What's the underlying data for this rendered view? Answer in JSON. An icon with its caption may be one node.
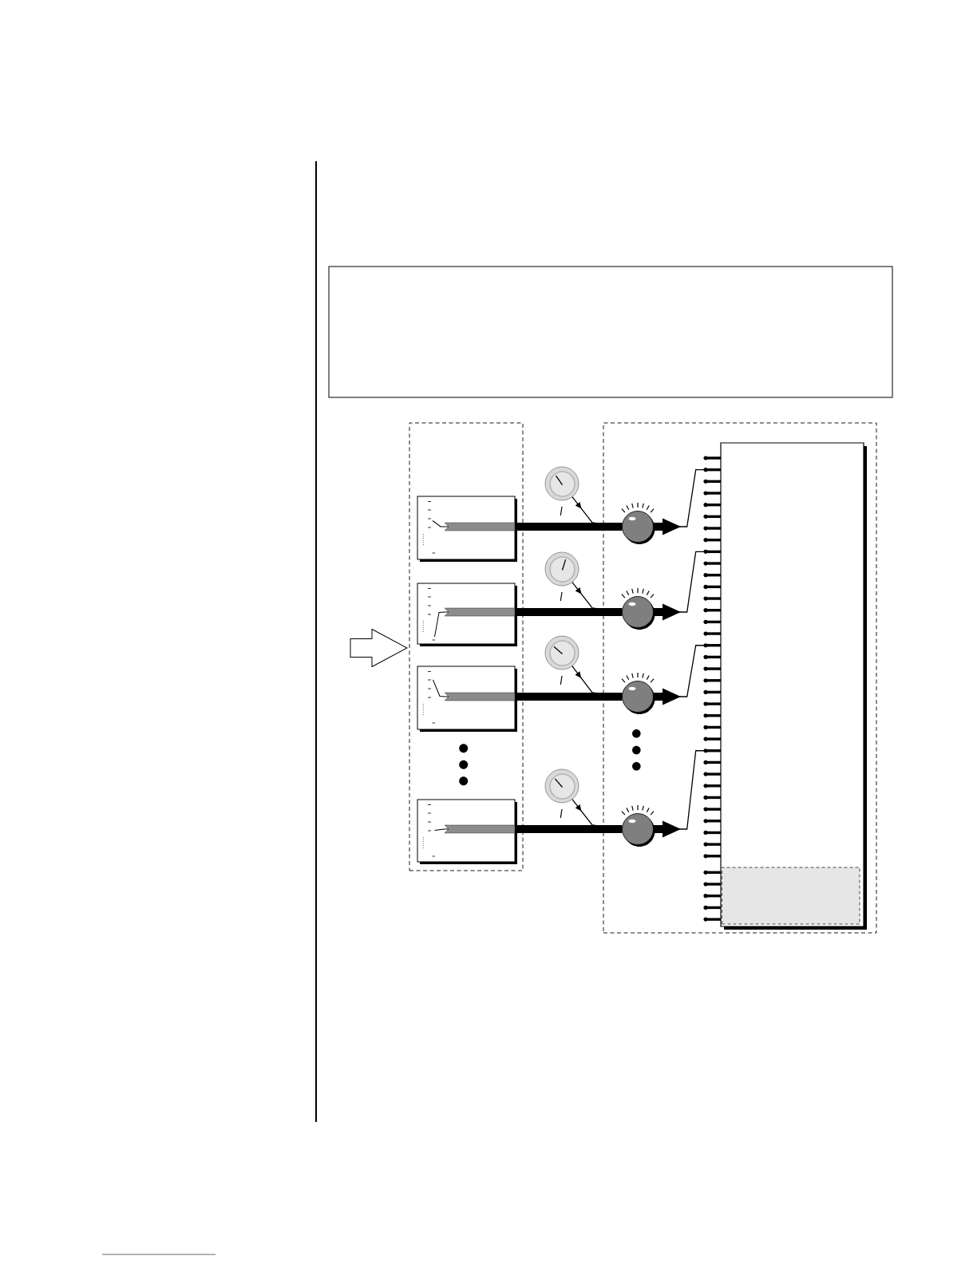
{
  "diagram": {
    "nodes": [
      {
        "text": [],
        "shape": "box"
      },
      {
        "text": [],
        "shape": "box"
      },
      {
        "text": [],
        "shape": "box",
        "in": 1
      },
      {
        "text": [],
        "shape": "box",
        "in": 1
      },
      {
        "text": [],
        "shape": "box",
        "in": 1
      },
      {
        "text": [],
        "shape": "box",
        "in": 1
      },
      {
        "text": [],
        "shape": "circle"
      },
      {
        "text": [],
        "shape": "circle"
      },
      {
        "text": [],
        "shape": "circle"
      },
      {
        "text": [],
        "shape": "circle"
      },
      {
        "text": [],
        "shape": "box"
      },
      {
        "text": [],
        "shape": "circle",
        "in": 10
      },
      {
        "text": [],
        "shape": "circle",
        "in": 10
      },
      {
        "text": [],
        "shape": "circle",
        "in": 10
      },
      {
        "text": [],
        "shape": "circle",
        "in": 10
      },
      {
        "text": [],
        "shape": "box",
        "in": 10
      },
      {
        "text": [],
        "shape": "box",
        "in": 15
      }
    ],
    "edges": [
      {
        "from": null,
        "to": 1,
        "arrow": "to"
      },
      {
        "from": 2,
        "to": 11,
        "arrow": "none",
        "style": "thick"
      },
      {
        "from": 3,
        "to": 12,
        "arrow": "none",
        "style": "thick"
      },
      {
        "from": 4,
        "to": 13,
        "arrow": "none",
        "style": "thick"
      },
      {
        "from": 5,
        "to": 14,
        "arrow": "none",
        "style": "thick"
      },
      {
        "from": 11,
        "to": 15,
        "arrow": "to"
      },
      {
        "from": 12,
        "to": 15,
        "arrow": "to"
      },
      {
        "from": 13,
        "to": 15,
        "arrow": "to"
      },
      {
        "from": 14,
        "to": 15,
        "arrow": "to"
      },
      {
        "from": 6,
        "to": 11,
        "arrow": "to"
      },
      {
        "from": 7,
        "to": 12,
        "arrow": "to"
      },
      {
        "from": 8,
        "to": 13,
        "arrow": "to"
      },
      {
        "from": 9,
        "to": 14,
        "arrow": "to"
      }
    ]
  }
}
